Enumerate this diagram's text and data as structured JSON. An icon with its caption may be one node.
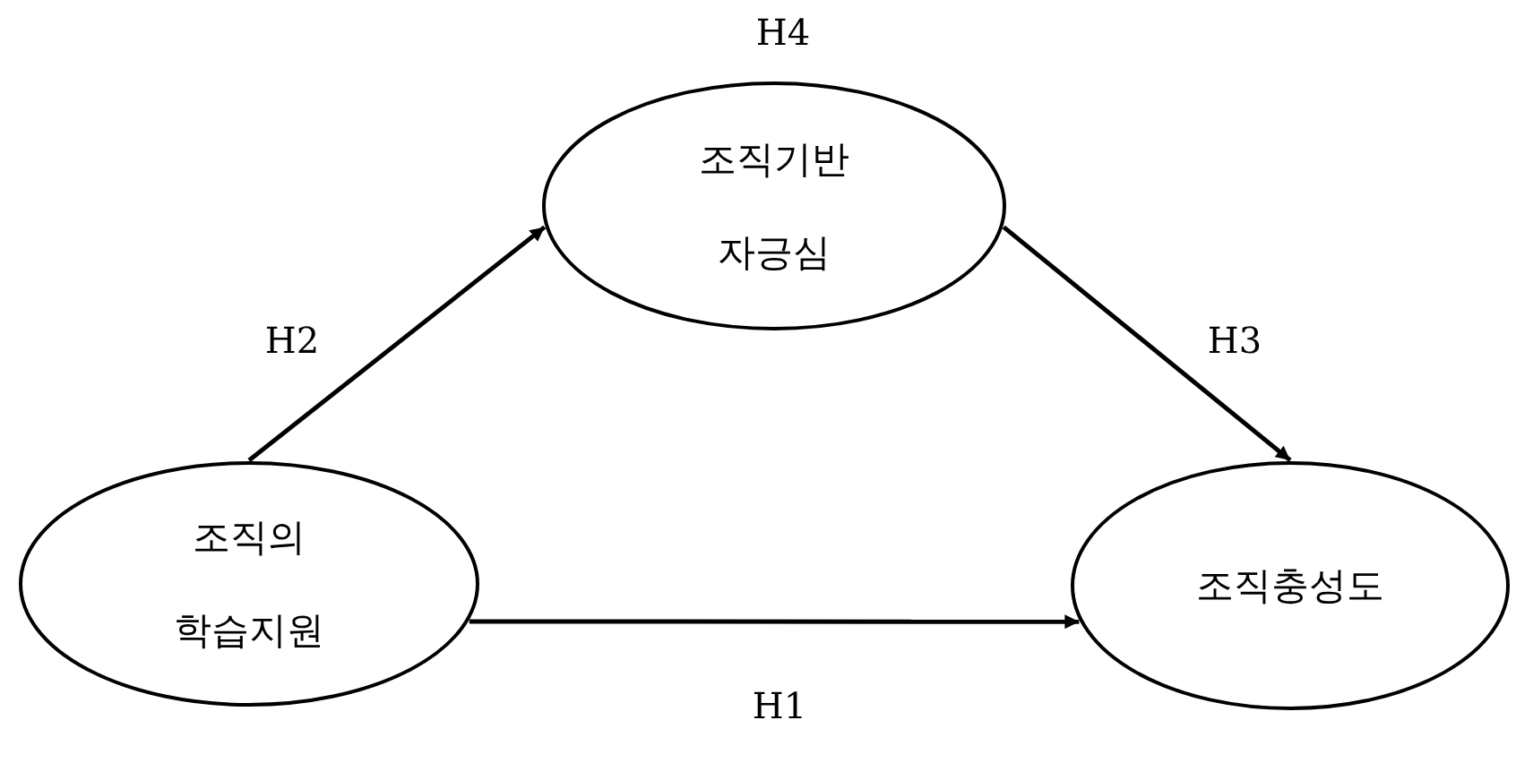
{
  "diagram": {
    "nodes": [
      {
        "text": [
          "조직기반 자긍심"
        ]
      },
      {
        "text": [
          "조직의 학습지원"
        ]
      },
      {
        "text": [
          "조직충성도"
        ]
      }
    ],
    "edges": [
      {
        "from": 1,
        "to": 0,
        "arrow": "to",
        "label": "H2"
      },
      {
        "from": 0,
        "to": 2,
        "arrow": "to",
        "label": "H3"
      },
      {
        "from": 1,
        "to": 2,
        "arrow": "to",
        "label": "H1"
      }
    ],
    "labels": [
      "H4"
    ]
  }
}
